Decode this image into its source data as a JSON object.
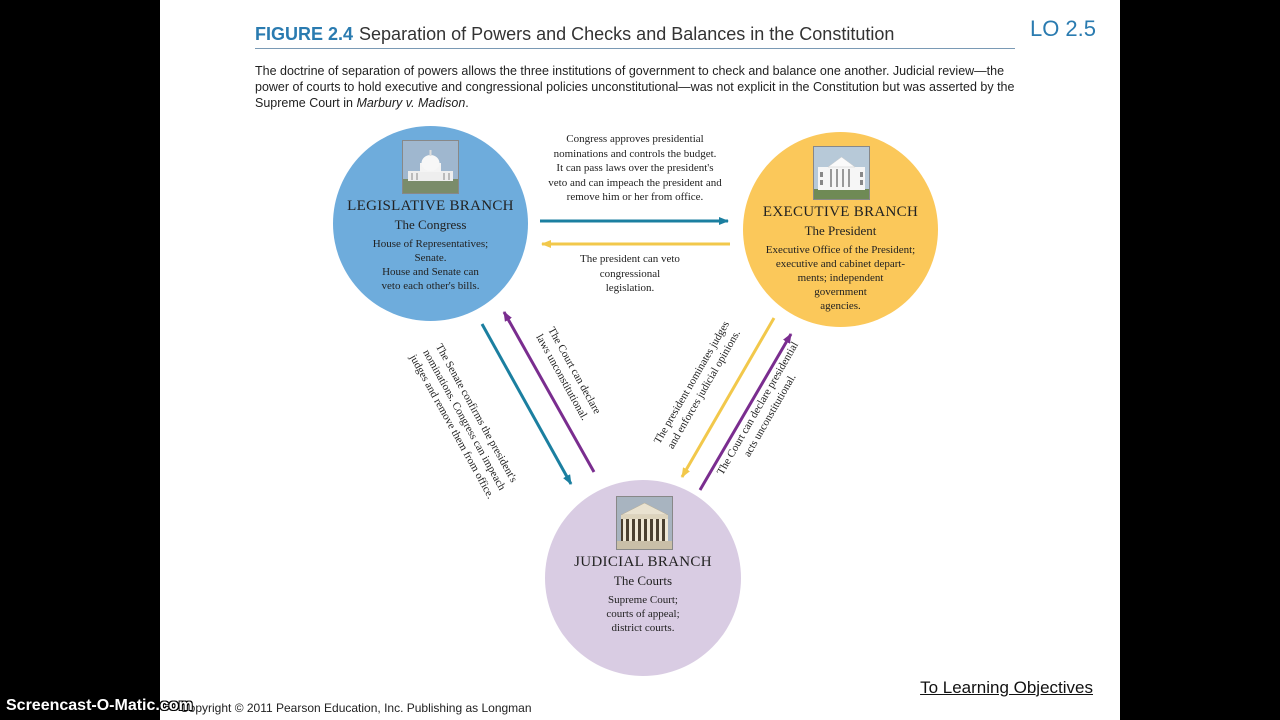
{
  "figure": {
    "number": "FIGURE 2.4",
    "title": "Separation of Powers and Checks and Balances in the Constitution",
    "caption_part1": "The doctrine of separation of powers allows the three institutions of government to check and balance one another. Judicial review—the power of courts to hold executive and congressional policies unconstitutional—was not explicit in the Constitution but was asserted by the Supreme Court in ",
    "caption_case": "Marbury v. Madison",
    "caption_end": "."
  },
  "lo_label": "LO 2.5",
  "branches": {
    "legislative": {
      "name": "LEGISLATIVE BRANCH",
      "sub": "The Congress",
      "desc1": "House of Representatives;",
      "desc2": "Senate.",
      "desc3": "House and Senate can",
      "desc4": "veto each other's bills.",
      "icon": "capitol-building-icon",
      "color": "#6eacdc"
    },
    "executive": {
      "name": "EXECUTIVE BRANCH",
      "sub": "The President",
      "desc1": "Executive Office of the President;",
      "desc2": "executive and cabinet depart-",
      "desc3": "ments; independent",
      "desc4": "government",
      "desc5": "agencies.",
      "icon": "white-house-icon",
      "color": "#fbc85a"
    },
    "judicial": {
      "name": "JUDICIAL BRANCH",
      "sub": "The Courts",
      "desc1": "Supreme Court;",
      "desc2": "courts of appeal;",
      "desc3": "district courts.",
      "icon": "supreme-court-building-icon",
      "color": "#d9cce3"
    }
  },
  "checks": {
    "congress_on_president": {
      "line1": "Congress approves presidential",
      "line2": "nominations and controls the budget.",
      "line3": "It can pass laws over the president's",
      "line4": "veto and can impeach the president and",
      "line5": "remove him or her from office."
    },
    "president_on_congress": {
      "line1": "The president can veto",
      "line2": "congressional",
      "line3": "legislation."
    },
    "senate_on_courts": {
      "line1": "The Senate confirms the president's",
      "line2": "nominations. Congress can impeach",
      "line3": "judges and remove them from office."
    },
    "court_on_congress": {
      "line1": "The Court can declare",
      "line2": "laws unconstitutional."
    },
    "president_on_courts": {
      "line1": "The president nominates judges",
      "line2": "and enforces judicial opinions."
    },
    "court_on_president": {
      "line1": "The Court can declare presidential",
      "line2": "acts unconstitutional."
    }
  },
  "arrow_colors": {
    "congress": "#1b7fa0",
    "president": "#f2c84b",
    "courts": "#7a2d8f"
  },
  "footer": {
    "copyright": "Copyright © 2011 Pearson Education, Inc. Publishing as Longman",
    "to_learning_objectives": "To Learning Objectives"
  },
  "watermark": "Screencast-O-Matic.com"
}
